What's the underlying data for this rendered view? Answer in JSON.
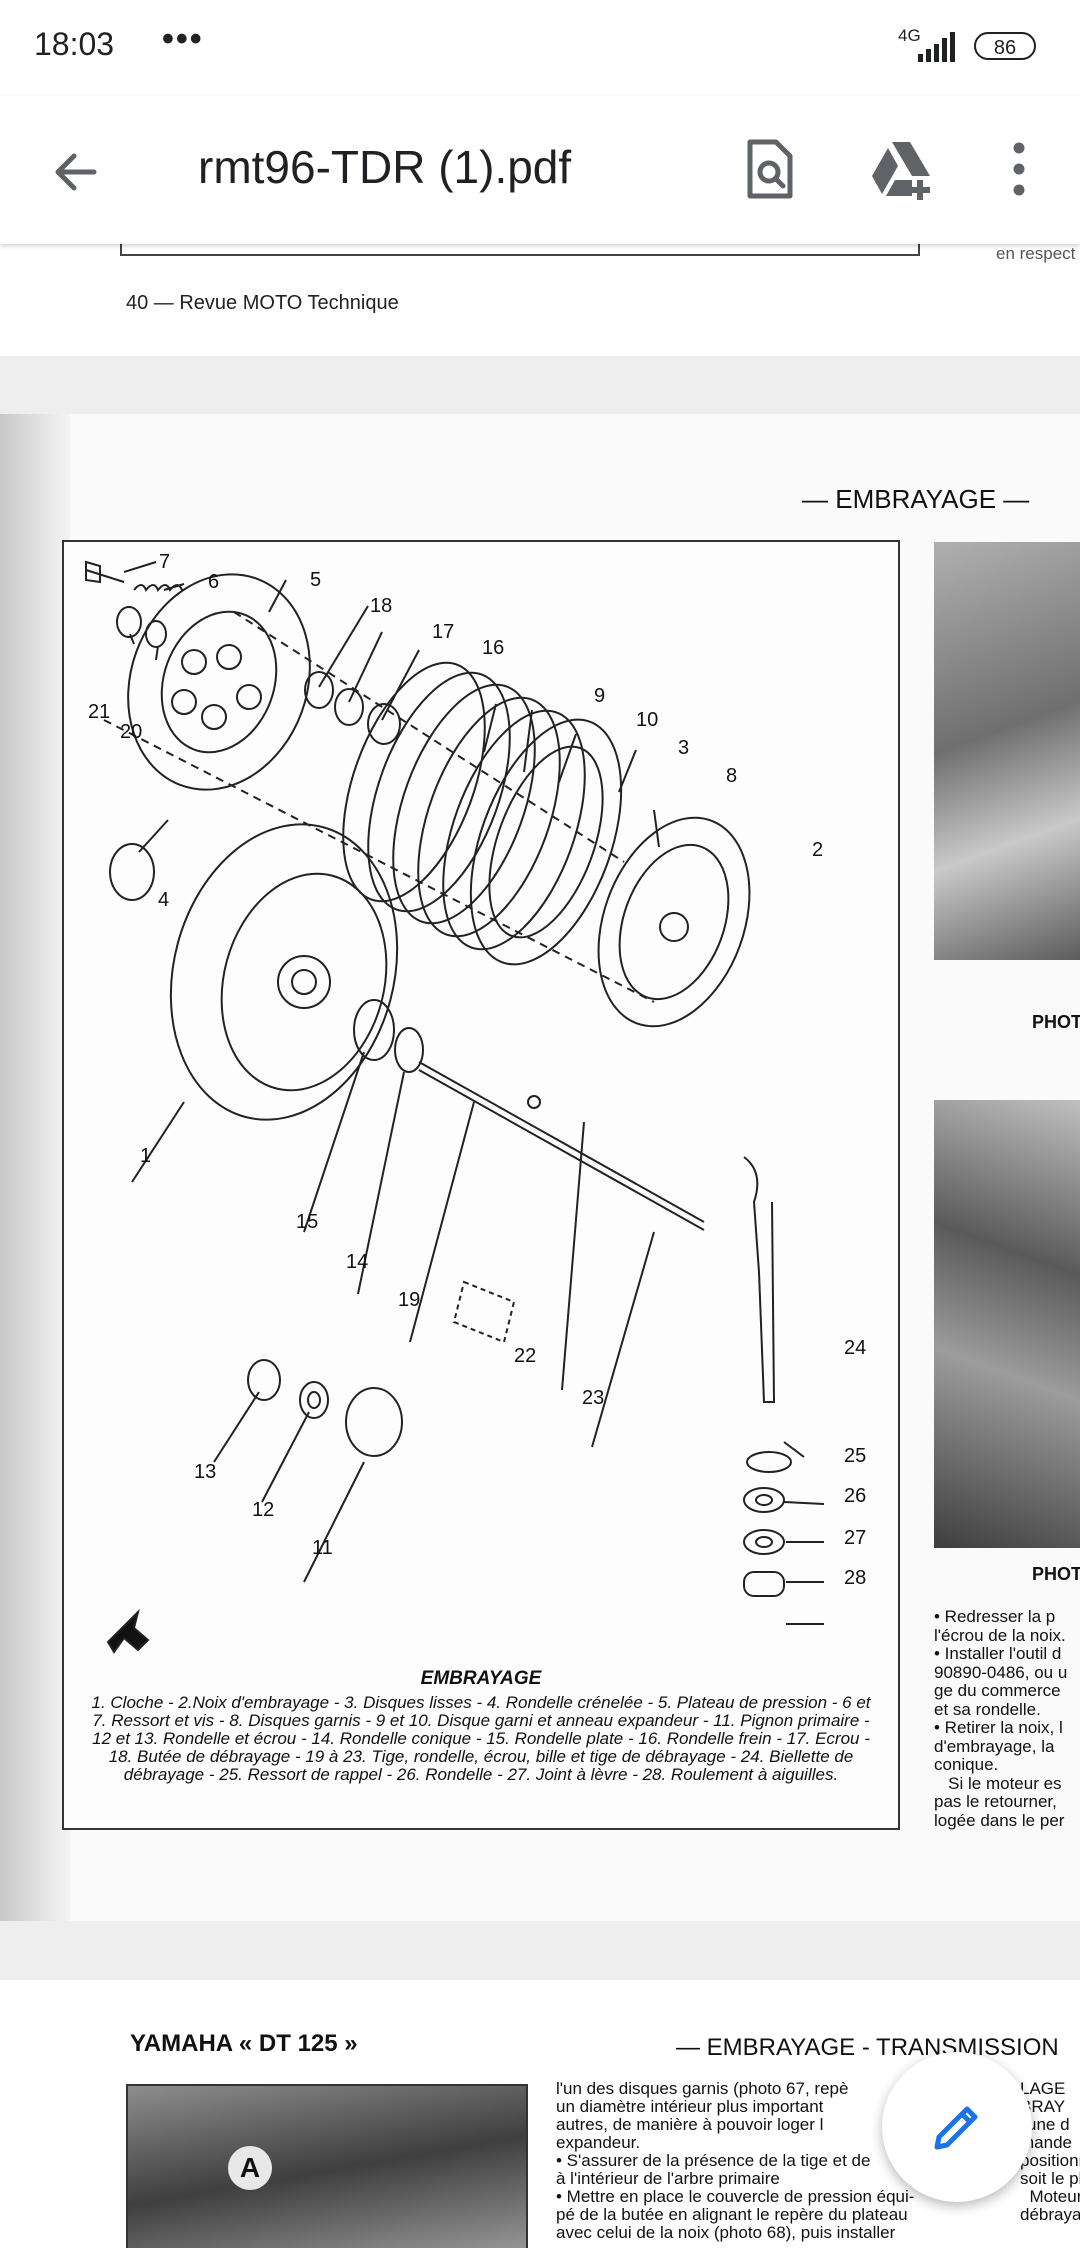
{
  "status_bar": {
    "time": "18:03",
    "more_dots": "•••",
    "network": "4G",
    "battery": "86"
  },
  "app_bar": {
    "title": "rmt96-TDR (1).pdf",
    "icons": [
      "back-arrow-icon",
      "find-in-document-icon",
      "add-to-drive-icon",
      "more-vert-icon"
    ]
  },
  "page1": {
    "side_text": "en respect",
    "footer": "40 — Revue MOTO Technique"
  },
  "page2": {
    "header": "— EMBRAYAGE —",
    "callouts": [
      "7",
      "6",
      "5",
      "18",
      "17",
      "16",
      "21",
      "20",
      "9",
      "10",
      "3",
      "8",
      "2",
      "4",
      "1",
      "15",
      "14",
      "19",
      "22",
      "23",
      "24",
      "25",
      "26",
      "27",
      "28",
      "13",
      "12",
      "11"
    ],
    "caption_title": "EMBRAYAGE",
    "caption_text": "1. Cloche - 2.Noix d'embrayage - 3.  Disques lisses - 4. Rondelle crénelée - 5. Plateau de pression - 6 et 7. Ressort et vis - 8. Disques garnis - 9 et 10. Disque garni et anneau expandeur - 11. Pignon primaire - 12 et 13. Rondelle et écrou - 14. Rondelle conique - 15. Rondelle plate - 16. Rondelle frein - 17. Ecrou - 18. Butée de débrayage - 19 à 23. Tige, rondelle, écrou, bille et tige de débrayage - 24. Biellette de débrayage - 25. Ressort de rappel - 26. Rondelle - 27. Joint à lèvre - 28. Roulement à aiguilles.",
    "photo1_label": "PHOT",
    "photo2_label": "PHOT",
    "side_text": "• Redresser la p\nl'écrou de la noix.\n• Installer l'outil d\n90890-0486, ou u\nge du commerce\net sa rondelle.\n• Retirer la noix, l\nd'embrayage, la\nconique.\n   Si le moteur es\npas le retourner,\nlogée dans le per"
  },
  "page3": {
    "brand": "YAMAHA « DT 125 »",
    "header": "— EMBRAYAGE - TRANSMISSION",
    "photo_letter": "A",
    "body_text": "l'un des disques garnis (photo 67, repè\nun diamètre intérieur plus important\nautres, de manière à pouvoir loger l\nexpandeur.\n• S'assurer de la présence de la tige et de\nà l'intérieur de l'arbre primaire\n• Mettre en place le couvercle de pression équi-\npé de la butée en alignant le repère du plateau\navec celui de la noix (photo 68), puis installer",
    "side_text": "LAGE\nBRAY\nl'une d\nmande\npositionn\nsoit le plus f\n  Moteur\ndébrayage"
  },
  "fab": {
    "icon": "edit-pencil-icon"
  },
  "colors": {
    "accent": "#1a73e8",
    "text": "#202124",
    "background": "#eeeeee"
  }
}
